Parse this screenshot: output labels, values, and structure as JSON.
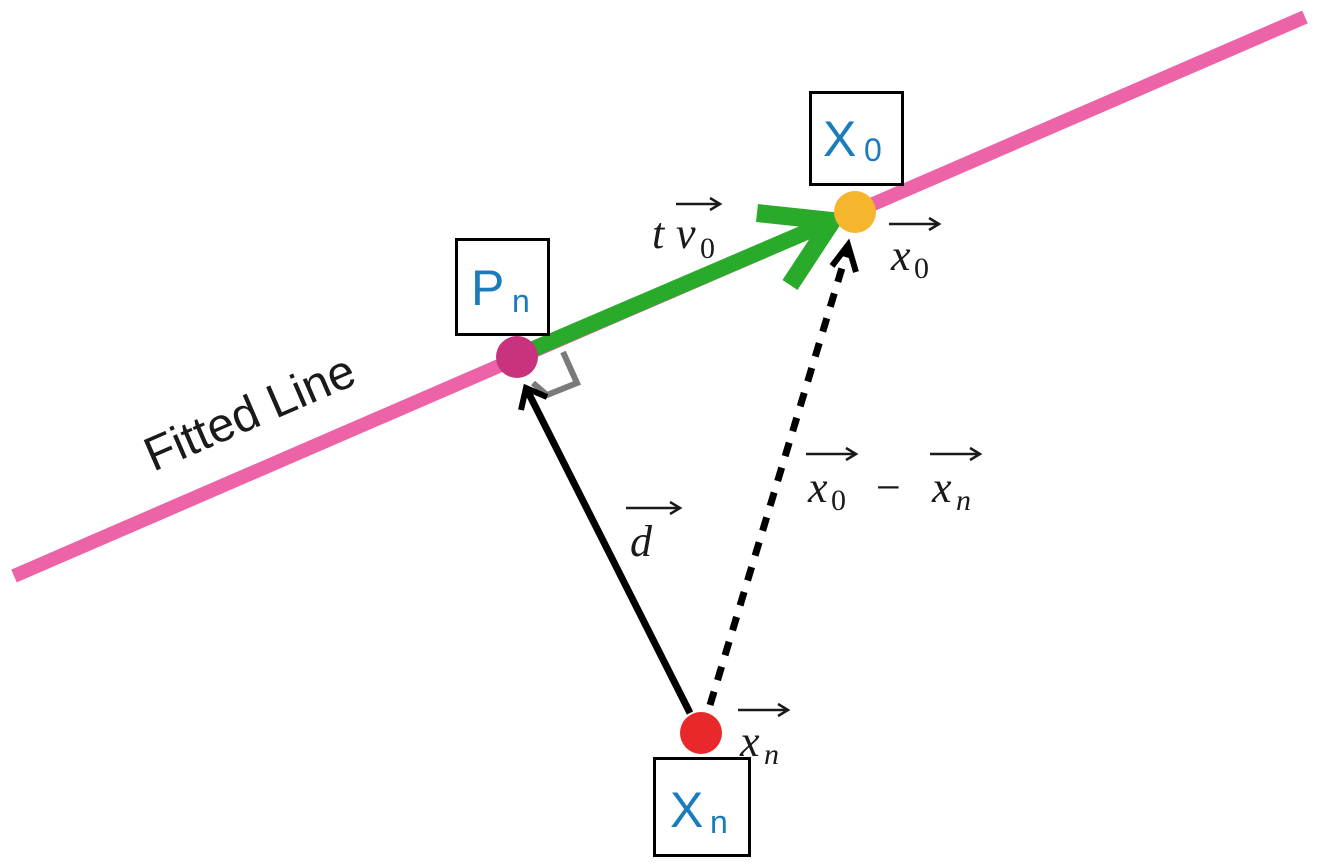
{
  "line_label": "Fitted Line",
  "boxes": {
    "x0": {
      "main": "X",
      "sub": "0"
    },
    "pn": {
      "main": "P",
      "sub": "n"
    },
    "xn": {
      "main": "X",
      "sub": "n"
    }
  },
  "labels": {
    "t": "t",
    "v": "v",
    "v_sub": "0",
    "x0": "x",
    "x0_sub": "0",
    "xn": "x",
    "xn_sub": "n",
    "d": "d",
    "diff_a": "x",
    "diff_a_sub": "0",
    "diff_minus": "−",
    "diff_b": "x",
    "diff_b_sub": "n"
  },
  "colors": {
    "fitted_line": "#ec63a8",
    "tv0_arrow": "#2aaa2a",
    "point_x0": "#f5b52c",
    "point_pn": "#c8327e",
    "point_xn": "#e8282a",
    "box_text": "#1a7bbd"
  }
}
